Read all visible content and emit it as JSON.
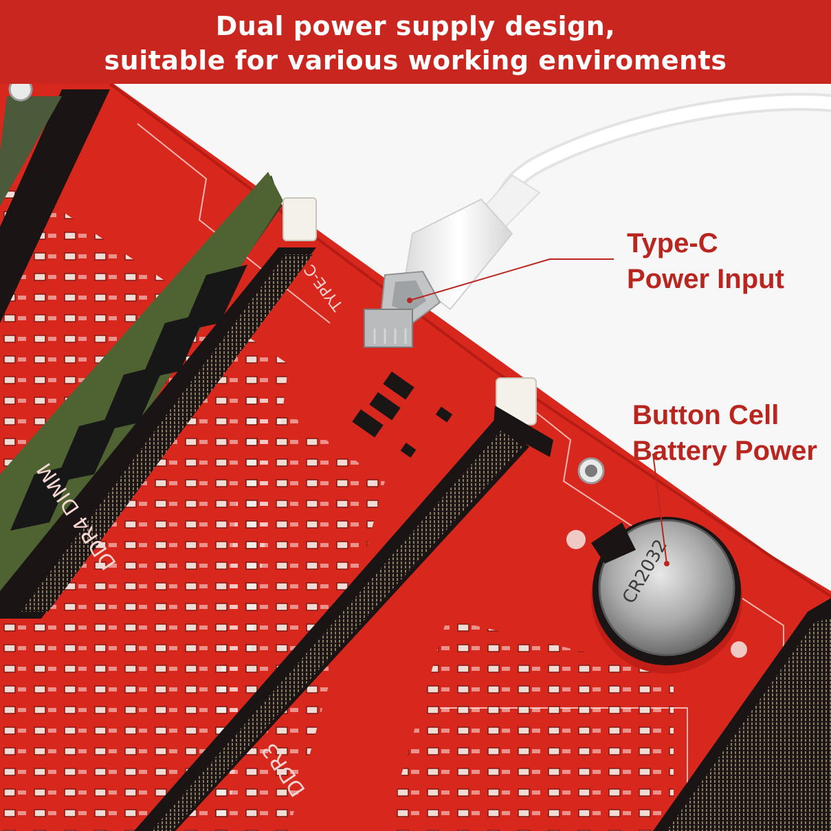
{
  "banner": {
    "line1": "Dual power supply design,",
    "line2": "suitable for various working enviroments"
  },
  "callouts": {
    "typec": {
      "line1": "Type-C",
      "line2": "Power Input"
    },
    "battery": {
      "line1": "Button Cell",
      "line2": "Battery Power"
    }
  },
  "board_markings": {
    "port_label": "TYPE-C",
    "slot_label_1": "DDR4 DIMM",
    "slot_label_2": "DDR3",
    "battery_text": "CR2032"
  },
  "colors": {
    "banner_bg": "#c8261f",
    "banner_text": "#ffffff",
    "callout_text": "#b8261f",
    "pcb_red": "#d8281e",
    "slot_black": "#1a1414"
  }
}
